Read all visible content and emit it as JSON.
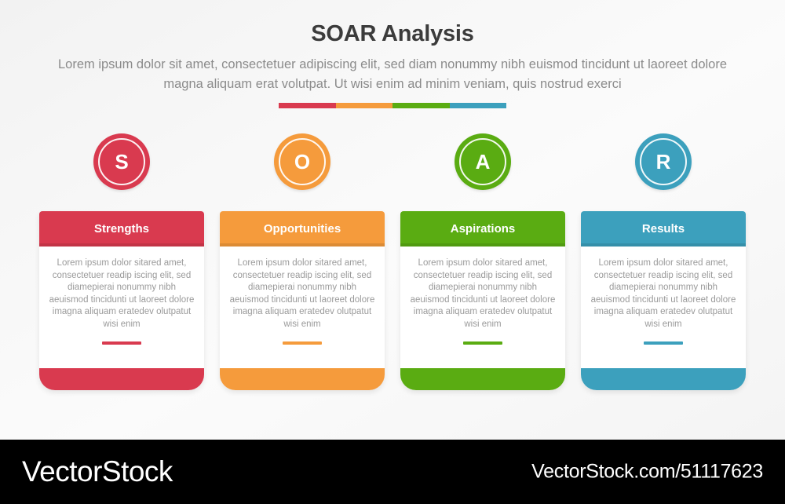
{
  "header": {
    "title": "SOAR Analysis",
    "subtitle": "Lorem ipsum dolor sit amet, consectetuer adipiscing elit, sed diam nonummy nibh euismod tincidunt ut laoreet dolore magna aliquam erat volutpat. Ut wisi enim ad minim veniam, quis nostrud exerci"
  },
  "divider": {
    "segments": [
      "#d93a4f",
      "#f59b3c",
      "#5aac12",
      "#3ca0bd"
    ]
  },
  "columns": [
    {
      "letter": "S",
      "label": "Strengths",
      "color": "#d93a4f",
      "body": "Lorem ipsum dolor sitared amet, consectetuer readip iscing elit, sed diamepierai nonummy nibh  aeuismod tincidunti ut laoreet dolore imagna aliquam eratedev olutpatut wisi enim"
    },
    {
      "letter": "O",
      "label": "Opportunities",
      "color": "#f59b3c",
      "body": "Lorem ipsum dolor sitared amet, consectetuer readip iscing elit, sed diamepierai nonummy nibh  aeuismod tincidunti ut laoreet dolore imagna aliquam eratedev olutpatut wisi enim"
    },
    {
      "letter": "A",
      "label": "Aspirations",
      "color": "#5aac12",
      "body": "Lorem ipsum dolor sitared amet, consectetuer readip iscing elit, sed diamepierai nonummy nibh  aeuismod tincidunti ut laoreet dolore imagna aliquam eratedev olutpatut wisi enim"
    },
    {
      "letter": "R",
      "label": "Results",
      "color": "#3ca0bd",
      "body": "Lorem ipsum dolor sitared amet, consectetuer readip iscing elit, sed diamepierai nonummy nibh  aeuismod tincidunti ut laoreet dolore imagna aliquam eratedev olutpatut wisi enim"
    }
  ],
  "watermark": {
    "logo": "VectorStock",
    "url": "VectorStock.com/51117623"
  }
}
